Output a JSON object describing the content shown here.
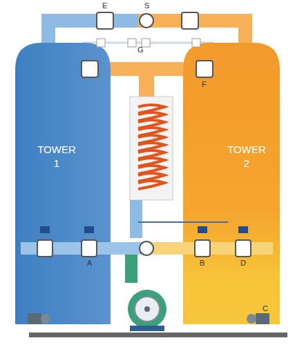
{
  "diagram": {
    "nodes": [
      {
        "text": [
          "TOWER 1"
        ]
      },
      {
        "text": [
          "TOWER 2"
        ]
      }
    ],
    "labels": [
      "E",
      "S",
      "G",
      "F",
      "A",
      "B",
      "D",
      "C"
    ]
  }
}
